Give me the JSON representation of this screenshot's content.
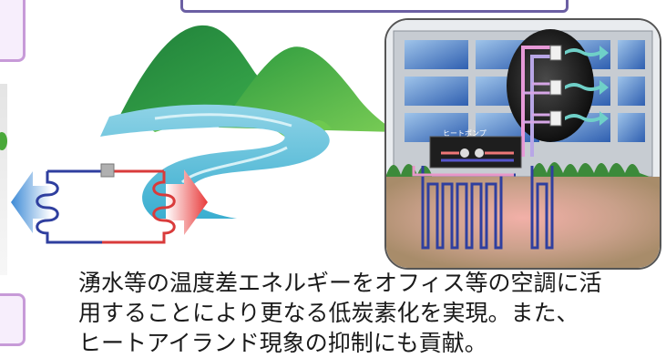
{
  "building": {
    "heat_pump_label": "ヒートポンプ"
  },
  "caption": {
    "line1": "湧水等の温度差エネルギーをオフィス等の空調に活",
    "line2": "用することにより更なる低炭素化を実現。また、",
    "line3": "ヒートアイランド現象の抑制にも貢献。"
  },
  "colors": {
    "mountain_green": "#2f9a44",
    "river_blue": "#5fc0d8",
    "hot_pipe": "#d93b3b",
    "cold_pipe": "#2f3f9f",
    "arrow_cool": "#3d8ad6",
    "arrow_warm": "#e83a3a"
  }
}
